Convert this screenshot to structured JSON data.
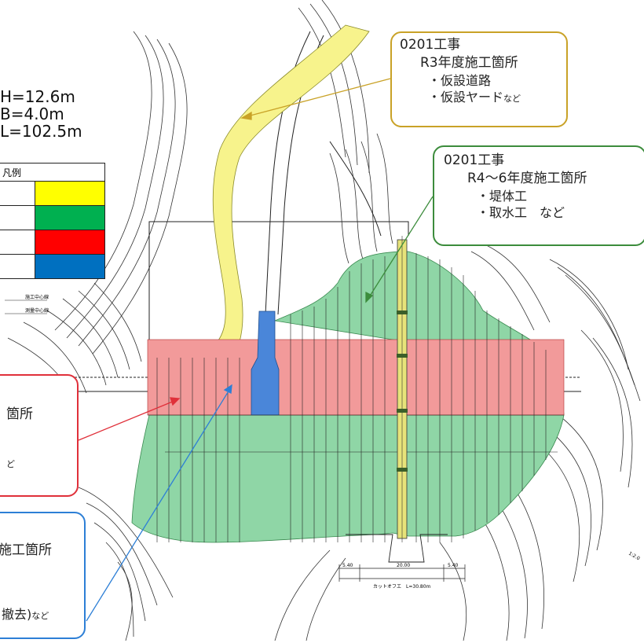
{
  "dimensions": {
    "h": "H=12.6m",
    "b": "B=4.0m",
    "l": "L=102.5m"
  },
  "legend": {
    "title": "凡例",
    "swatches": [
      {
        "color": "#ffff00",
        "icon": "yellow-swatch"
      },
      {
        "color": "#00b050",
        "icon": "green-swatch"
      },
      {
        "color": "#ff0000",
        "icon": "red-swatch"
      },
      {
        "color": "#0070c0",
        "icon": "blue-swatch"
      }
    ]
  },
  "callouts": {
    "yellow": {
      "line1": "0201工事",
      "line2": "R3年度施工箇所",
      "line3": "・仮設道路",
      "line4": "・仮設ヤード",
      "suffix": "など"
    },
    "green": {
      "line1": "0201工事",
      "line2": "R4～6年度施工箇所",
      "line3": "・堤体工",
      "line4": "・取水工　など"
    },
    "red": {
      "line1": "箇所",
      "line2": "ど"
    },
    "blue": {
      "line1": "施工箇所",
      "line2": "撤去)",
      "suffix": "など"
    }
  },
  "drawing_labels": {
    "center1": "施工中心線",
    "center2": "測量中心線",
    "dim_left": "5.40",
    "dim_mid": "20.00",
    "dim_right": "5.40",
    "cutoff": "カットオフエ　L=30.80m",
    "corner": "1:2.0"
  },
  "colors": {
    "yellow_zone": "#f7f38c",
    "green_zone": "#8fd6a6",
    "red_zone": "#f29a9a",
    "blue_zone": "#4a86d9"
  }
}
